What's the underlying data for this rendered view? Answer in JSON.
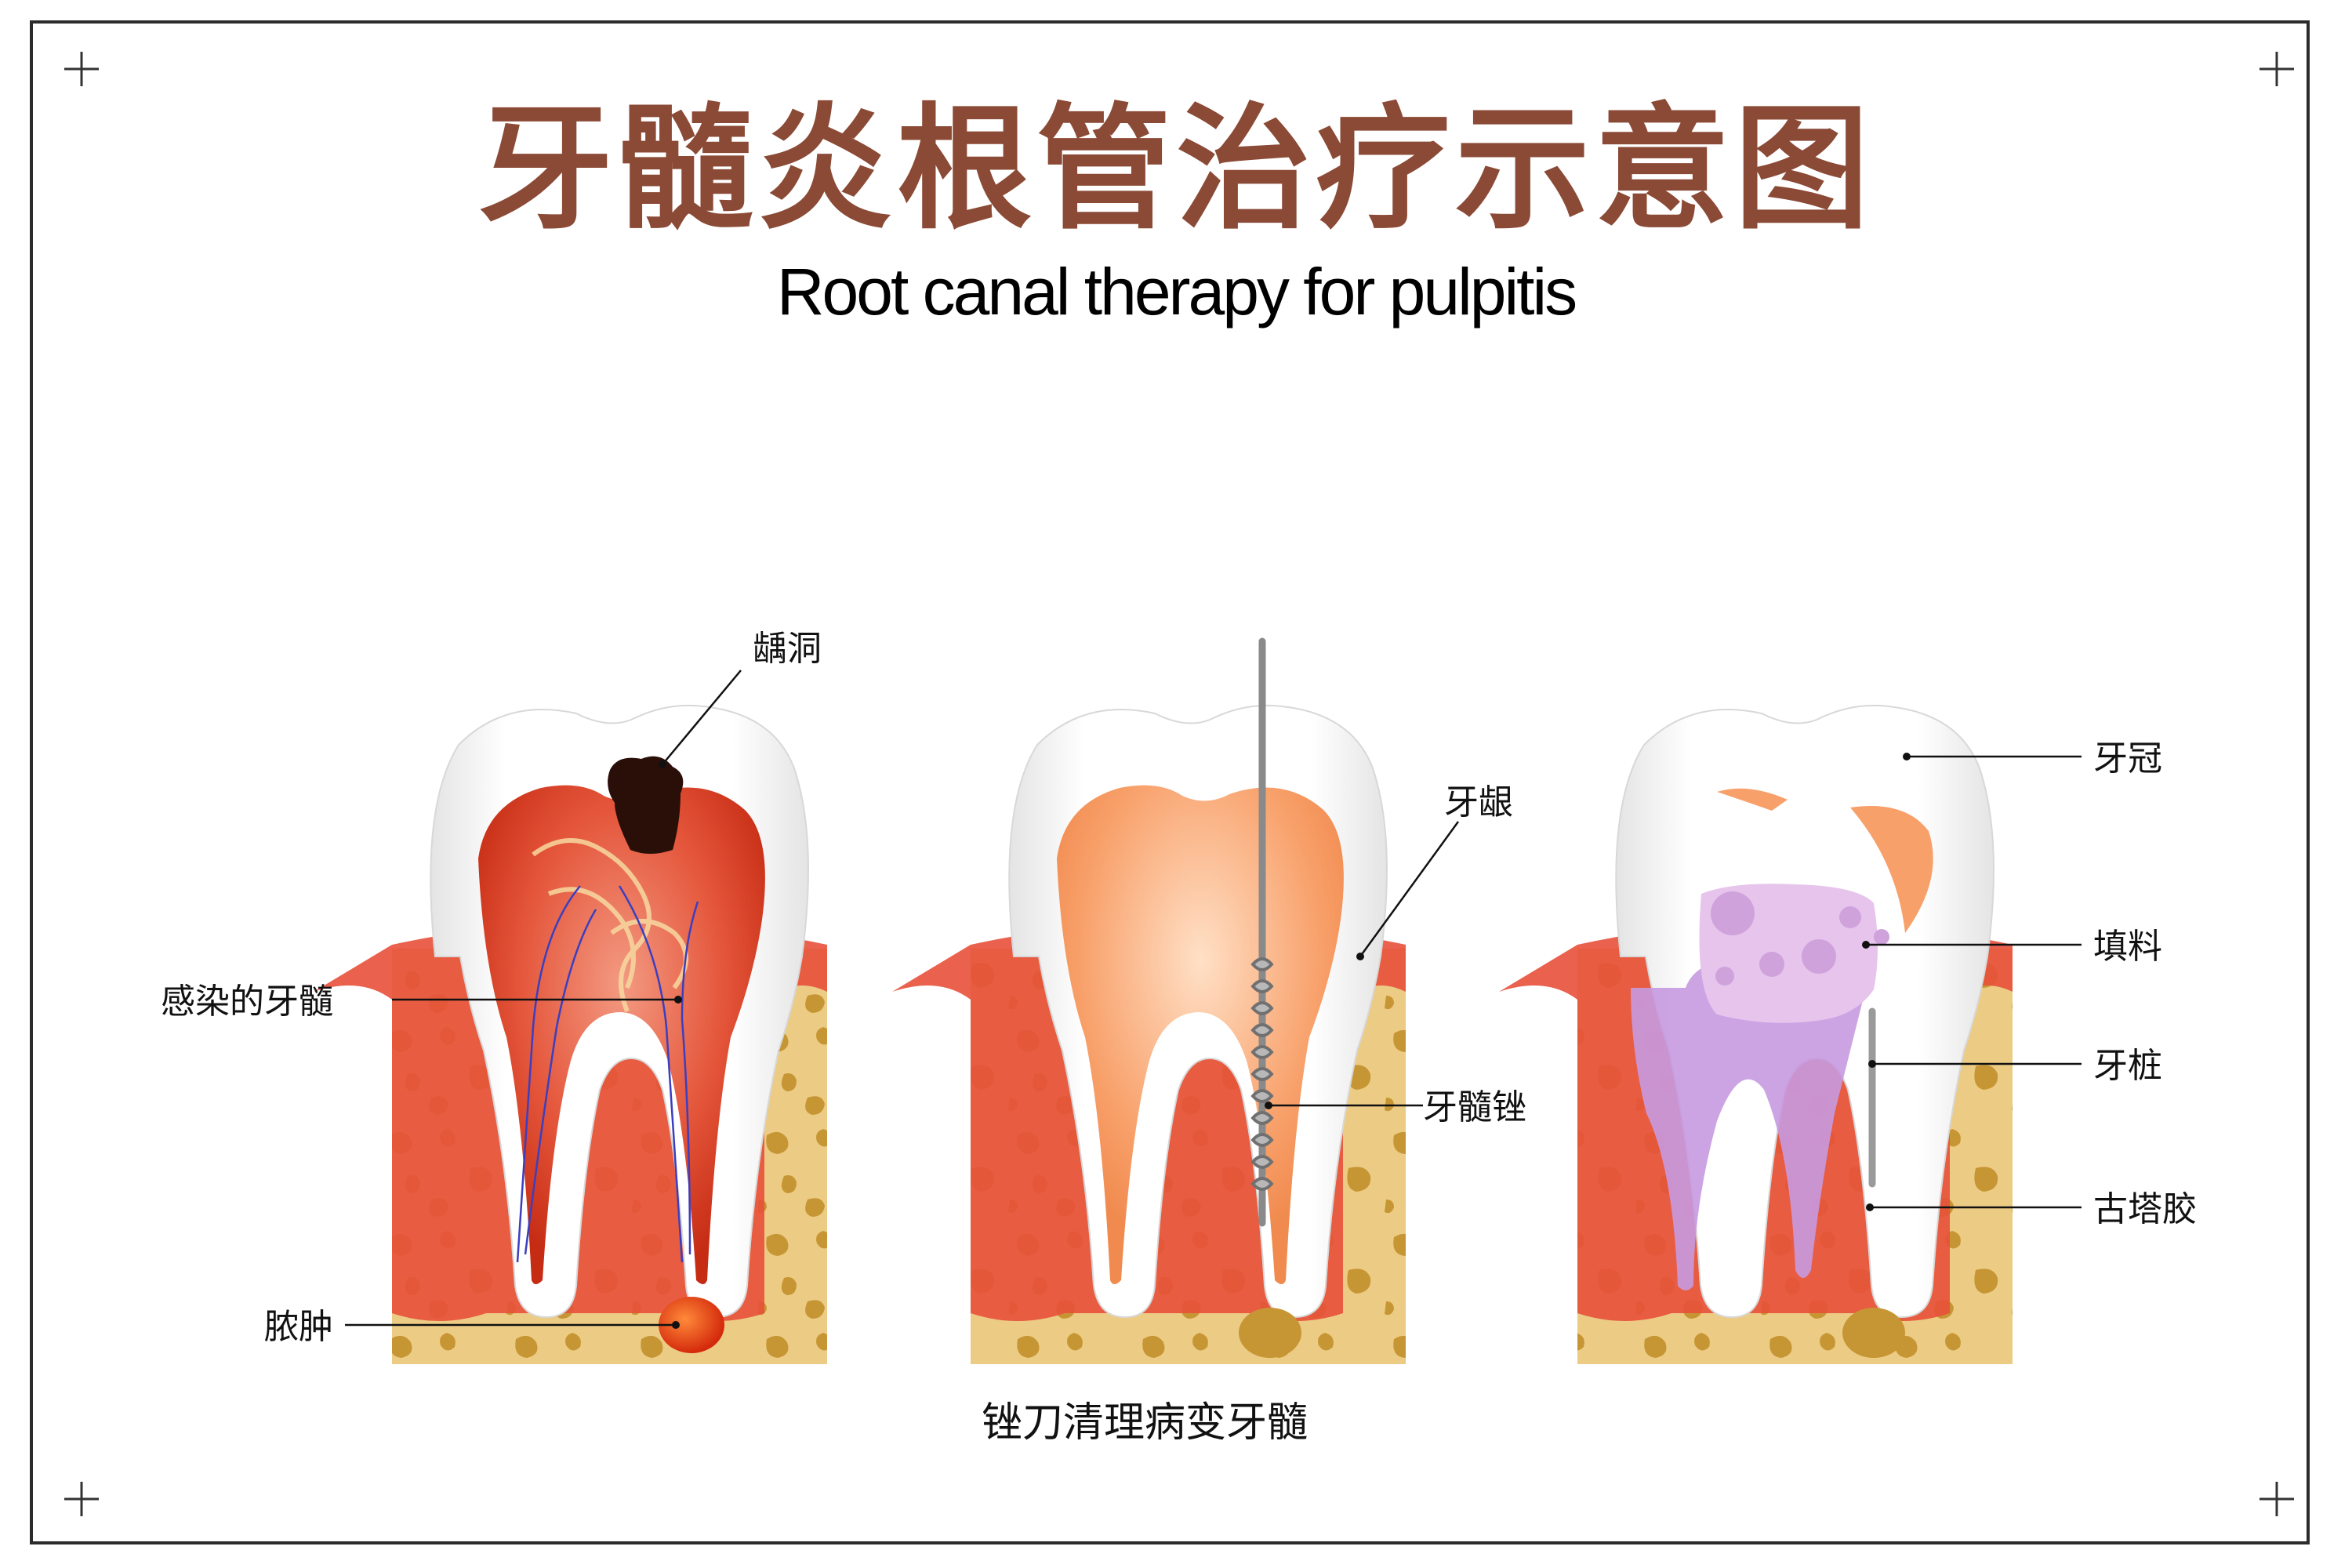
{
  "title": {
    "zh": "牙髓炎根管治疗示意图",
    "en": "Root canal therapy for pulpitis"
  },
  "colors": {
    "title": "#8b4a36",
    "bone": "#eccb85",
    "bone_pores": "#c79634",
    "gum": "#e8503a",
    "infected_pulp": "#d63b22",
    "healthy_pulp": "#f8a06a",
    "filling": "#e6c4ec",
    "gutta_percha": "#c79ae0",
    "caries": "#2a0e08",
    "abscess": "#e23a14",
    "file": "#9a9a9a"
  },
  "panels": [
    {
      "name": "infected",
      "labels": {
        "caries": "龋洞",
        "infected_pulp": "感染的牙髓",
        "abscess": "脓肿"
      }
    },
    {
      "name": "filing",
      "labels": {
        "gum": "牙龈",
        "file": "牙髓锉"
      },
      "caption": "锉刀清理病变牙髓"
    },
    {
      "name": "restored",
      "labels": {
        "crown": "牙冠",
        "filling": "填料",
        "post": "牙桩",
        "gutta_percha": "古塔胶"
      }
    }
  ]
}
